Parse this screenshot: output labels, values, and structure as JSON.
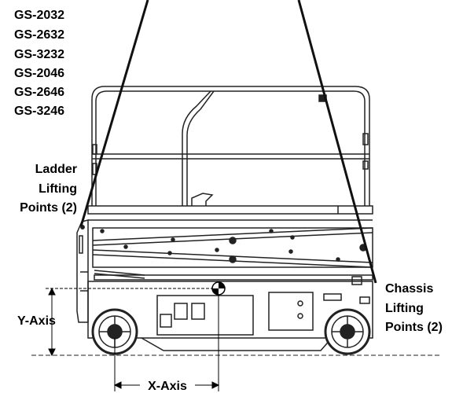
{
  "models": [
    "GS-2032",
    "GS-2632",
    "GS-3232",
    "GS-2046",
    "GS-2646",
    "GS-3246"
  ],
  "labels": {
    "ladder": [
      "Ladder",
      "Lifting",
      "Points (2)"
    ],
    "chassis": [
      "Chassis",
      "Lifting",
      "Points (2)"
    ],
    "y_axis": "Y-Axis",
    "x_axis": "X-Axis"
  }
}
